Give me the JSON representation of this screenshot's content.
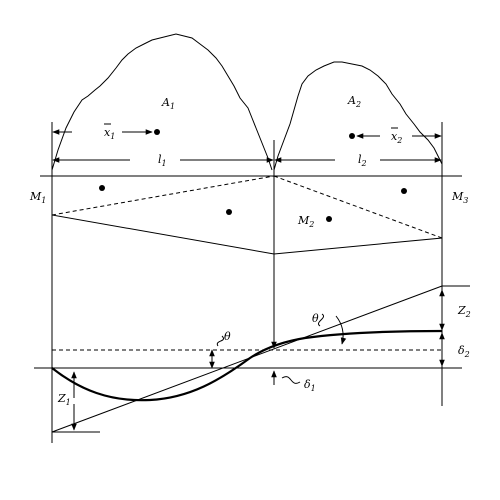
{
  "labels": {
    "A1": "A",
    "A1_sub": "1",
    "A2": "A",
    "A2_sub": "2",
    "x1": "x",
    "x1_sub": "1",
    "x2": "x",
    "x2_sub": "2",
    "l1": "l",
    "l1_sub": "1",
    "l2": "l",
    "l2_sub": "2",
    "M1": "M",
    "M1_sub": "1",
    "M2": "M",
    "M2_sub": "2",
    "M3": "M",
    "M3_sub": "3",
    "theta_left": "θ",
    "theta_right": "θ",
    "Z1": "Z",
    "Z1_sub": "1",
    "Z2": "Z",
    "Z2_sub": "2",
    "delta1": "δ",
    "delta1_sub": "1",
    "delta2": "δ",
    "delta2_sub": "2"
  }
}
